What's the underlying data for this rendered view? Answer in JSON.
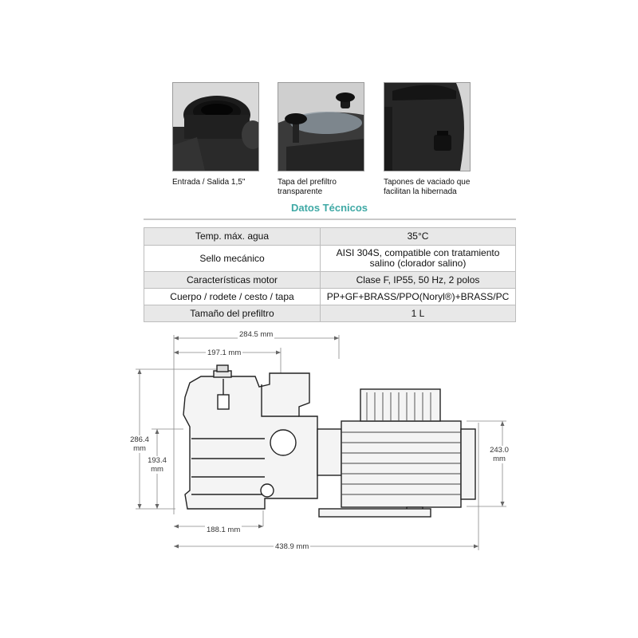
{
  "features": [
    {
      "caption": "Entrada / Salida 1,5\"",
      "icon": "inlet-outlet-photo"
    },
    {
      "caption": "Tapa del prefiltro transparente",
      "icon": "prefilter-lid-photo"
    },
    {
      "caption": "Tapones de vaciado que facilitan la hibernada",
      "icon": "drain-plug-photo"
    }
  ],
  "specs": {
    "title": "Datos Técnicos",
    "rows": [
      {
        "label": "Temp. máx. agua",
        "value": "35°C"
      },
      {
        "label": "Sello mecánico",
        "value": "AISI 304S, compatible con tratamiento salino (clorador salino)"
      },
      {
        "label": "Características motor",
        "value": "Clase F, IP55, 50 Hz, 2 polos"
      },
      {
        "label": "Cuerpo / rodete / cesto / tapa",
        "value": "PP+GF+BRASS/PPO(Noryl®)+BRASS/PC"
      },
      {
        "label": "Tamaño del prefiltro",
        "value": "1 L"
      }
    ]
  },
  "dimensions": {
    "top_width": "284.5 mm",
    "prefilter_width": "197.1 mm",
    "total_height": "286.4 mm",
    "axis_height": "193.4 mm",
    "motor_height": "243.0 mm",
    "base_width": "188.1 mm",
    "total_length": "438.9 mm"
  },
  "colors": {
    "accent": "#3fa9a5",
    "table_shade": "#e8e8e8"
  }
}
